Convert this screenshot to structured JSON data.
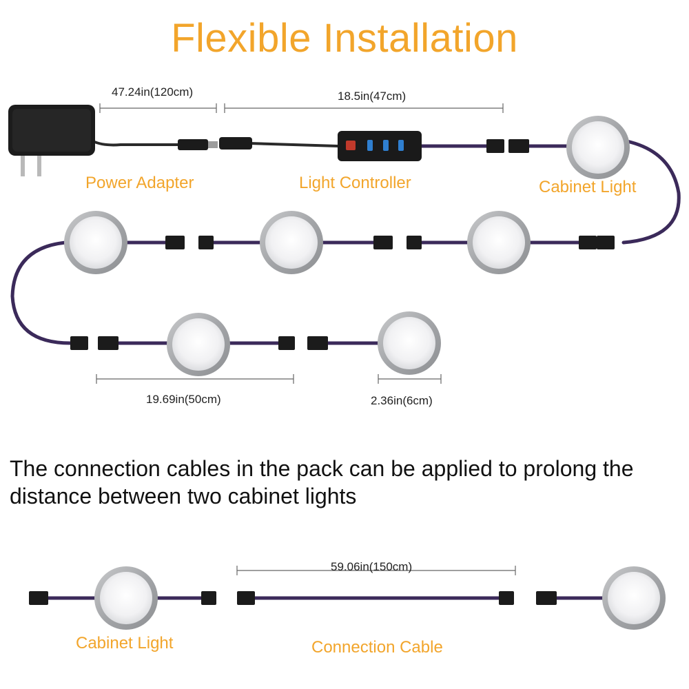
{
  "title": "Flexible Installation",
  "labels": {
    "power_adapter": "Power Adapter",
    "light_controller": "Light Controller",
    "cabinet_light_top": "Cabinet Light",
    "cabinet_light_bottom": "Cabinet Light",
    "connection_cable": "Connection Cable"
  },
  "dimensions": {
    "adapter_cable": "47.24in(120cm)",
    "controller_cable": "18.5in(47cm)",
    "light_cable": "19.69in(50cm)",
    "light_diameter": "2.36in(6cm)",
    "connection_cable": "59.06in(150cm)"
  },
  "description": "The connection cables in the pack can be applied to prolong the distance between two cabinet lights",
  "colors": {
    "accent": "#f2a52b",
    "cable": "#3b2a5a",
    "connector": "#1b1b1b",
    "ring": "#a9abae",
    "lens": "#f6f6f6"
  }
}
